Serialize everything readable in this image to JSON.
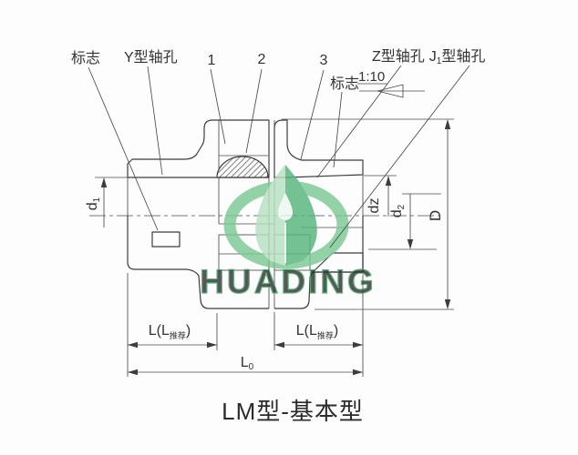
{
  "caption": "LM型-基本型",
  "callouts": {
    "mark_left": "标志",
    "y_bore": "Y型轴孔",
    "item_1": "1",
    "item_2": "2",
    "item_3": "3",
    "mark_right": "标志",
    "taper_ratio": "1:10",
    "z_bore": "Z型轴孔",
    "j1_pre": "J",
    "j1_sub": "1",
    "j1_post": "型轴孔"
  },
  "dimensions": {
    "d1_base": "d",
    "d1_sub": "1",
    "dz": "dz",
    "d2_base": "d",
    "d2_sub": "2",
    "D": "D",
    "L_pre": "L(L",
    "L_sub": "推荐",
    "L_post": ")",
    "L0_base": "L",
    "L0_sub": "0"
  },
  "watermark": {
    "brand": "HUADING"
  },
  "colors": {
    "line": "#3d3d3d",
    "brand_green": "#7cc993",
    "brand_green_dark": "#4aa96e",
    "brand_green_deep": "#57b67e",
    "brand_green_light": "#b7e0c2",
    "brand_text_fill": "#9ed6b1"
  }
}
